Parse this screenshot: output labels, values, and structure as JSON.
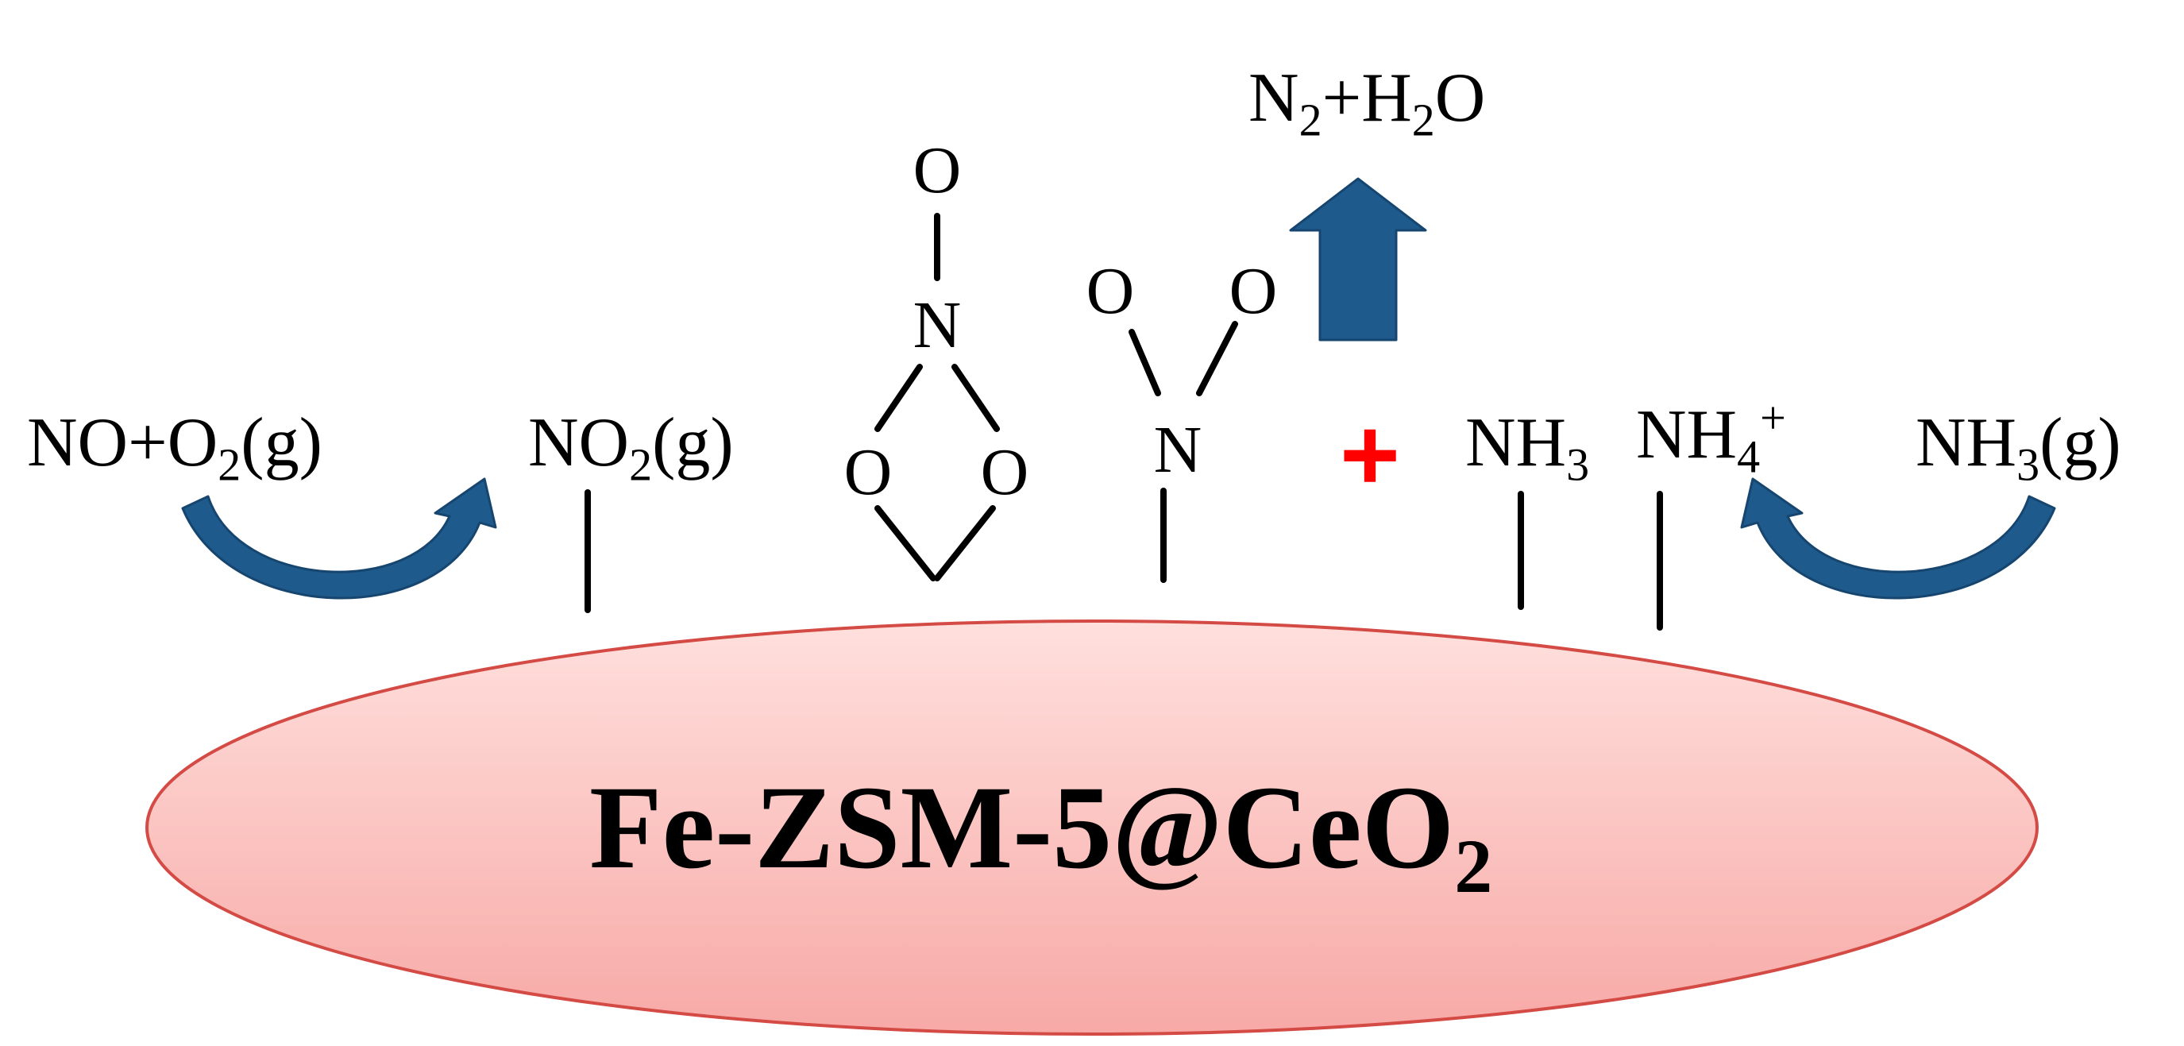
{
  "colors": {
    "arrow": "#1f5a8c",
    "arrow_dark": "#16466f",
    "ellipse_fill": "#f7a9a6",
    "ellipse_fill_light": "#ffe0dd",
    "ellipse_stroke": "#d44a44",
    "plus": "#ff0000",
    "bond": "#000000"
  },
  "catalyst": {
    "main": "Fe-ZSM-5@CeO",
    "sub": "2"
  },
  "reactants_left": {
    "pre": "NO+O",
    "sub": "2",
    "post": "(g)"
  },
  "no2_gas": {
    "pre": "NO",
    "sub": "2",
    "post": "(g)"
  },
  "product": {
    "a": "N",
    "a_sub": "2",
    "b": "+H",
    "b_sub": "2",
    "c": "O"
  },
  "nh3_adsorbed": {
    "pre": "NH",
    "sub": "3"
  },
  "nh4_adsorbed": {
    "pre": "NH",
    "sub": "4",
    "sup": "+"
  },
  "nh3_gas": {
    "pre": "NH",
    "sub": "3",
    "post": "(g)"
  },
  "plus_sign": "+",
  "bidentate_nitrate": {
    "top_o": "O",
    "n": "N",
    "left_o": "O",
    "right_o": "O"
  },
  "monodentate_nitro": {
    "left_o": "O",
    "right_o": "O",
    "n": "N"
  }
}
